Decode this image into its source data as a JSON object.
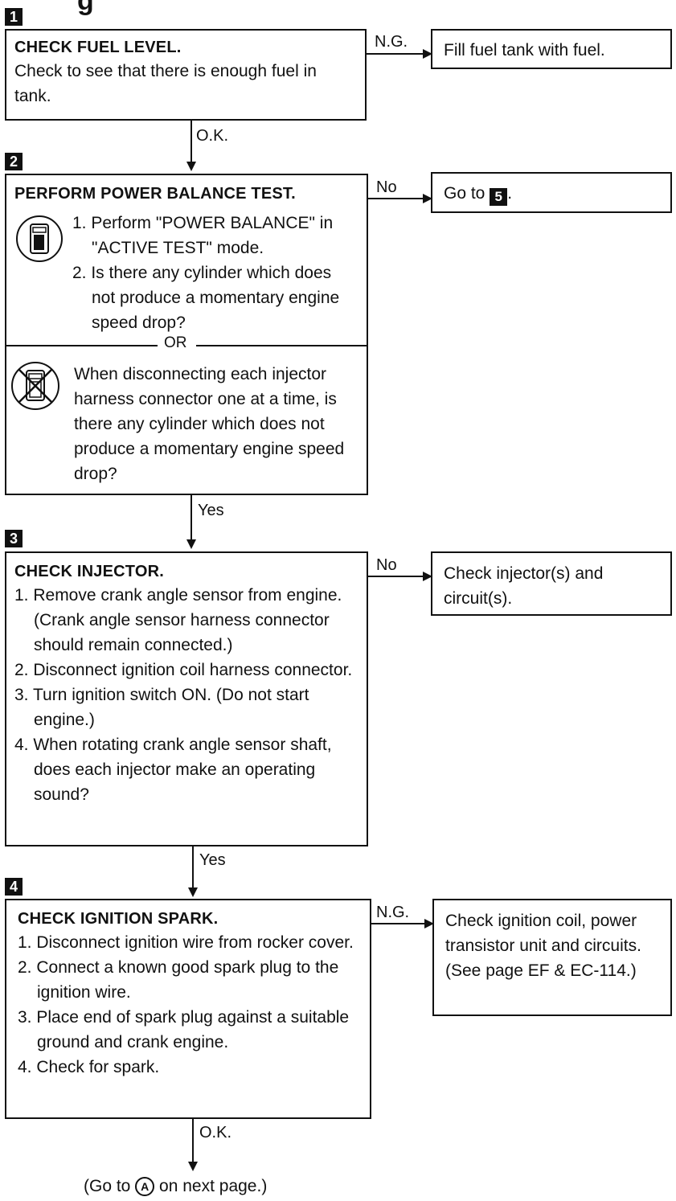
{
  "header": {
    "title_fragment": "g"
  },
  "steps": [
    {
      "number": "1",
      "title": "CHECK FUEL LEVEL.",
      "body": "Check to see that there is enough fuel in tank.",
      "branch_label": "N.G.",
      "branch_box": "Fill fuel tank with fuel.",
      "down_label": "O.K."
    },
    {
      "number": "2",
      "title": "PERFORM POWER BALANCE TEST.",
      "consult_items": [
        "1. Perform \"POWER BALANCE\" in \"ACTIVE TEST\" mode.",
        "2. Is there any cylinder which does not produce a momentary engine speed drop?"
      ],
      "or_label": "OR",
      "noconsult_text": "When disconnecting each injector harness connector one at a time, is there any cylinder which does not produce a momentary engine speed drop?",
      "branch_label": "No",
      "branch_box_prefix": "Go to",
      "branch_box_ref": "5",
      "branch_box_suffix": ".",
      "down_label": "Yes"
    },
    {
      "number": "3",
      "title": "CHECK INJECTOR.",
      "items": [
        "1. Remove crank angle sensor from engine. (Crank angle sensor harness connector should remain connected.)",
        "2. Disconnect ignition coil harness connector.",
        "3. Turn ignition switch ON. (Do not start engine.)",
        "4. When rotating crank angle sensor shaft, does each injector make an operating sound?"
      ],
      "branch_label": "No",
      "branch_box": "Check injector(s) and circuit(s).",
      "down_label": "Yes"
    },
    {
      "number": "4",
      "title": "CHECK IGNITION SPARK.",
      "items": [
        "1. Disconnect ignition wire from rocker cover.",
        "2. Connect a known good spark plug to the ignition wire.",
        "3. Place end of spark plug against a suitable ground and crank engine.",
        "4. Check for spark."
      ],
      "branch_label": "N.G.",
      "branch_box": "Check ignition coil, power transistor unit and circuits. (See page EF & EC-114.)",
      "down_label": "O.K."
    }
  ],
  "footer": {
    "prefix": "(Go to",
    "ref": "A",
    "suffix": "on next page.)"
  }
}
